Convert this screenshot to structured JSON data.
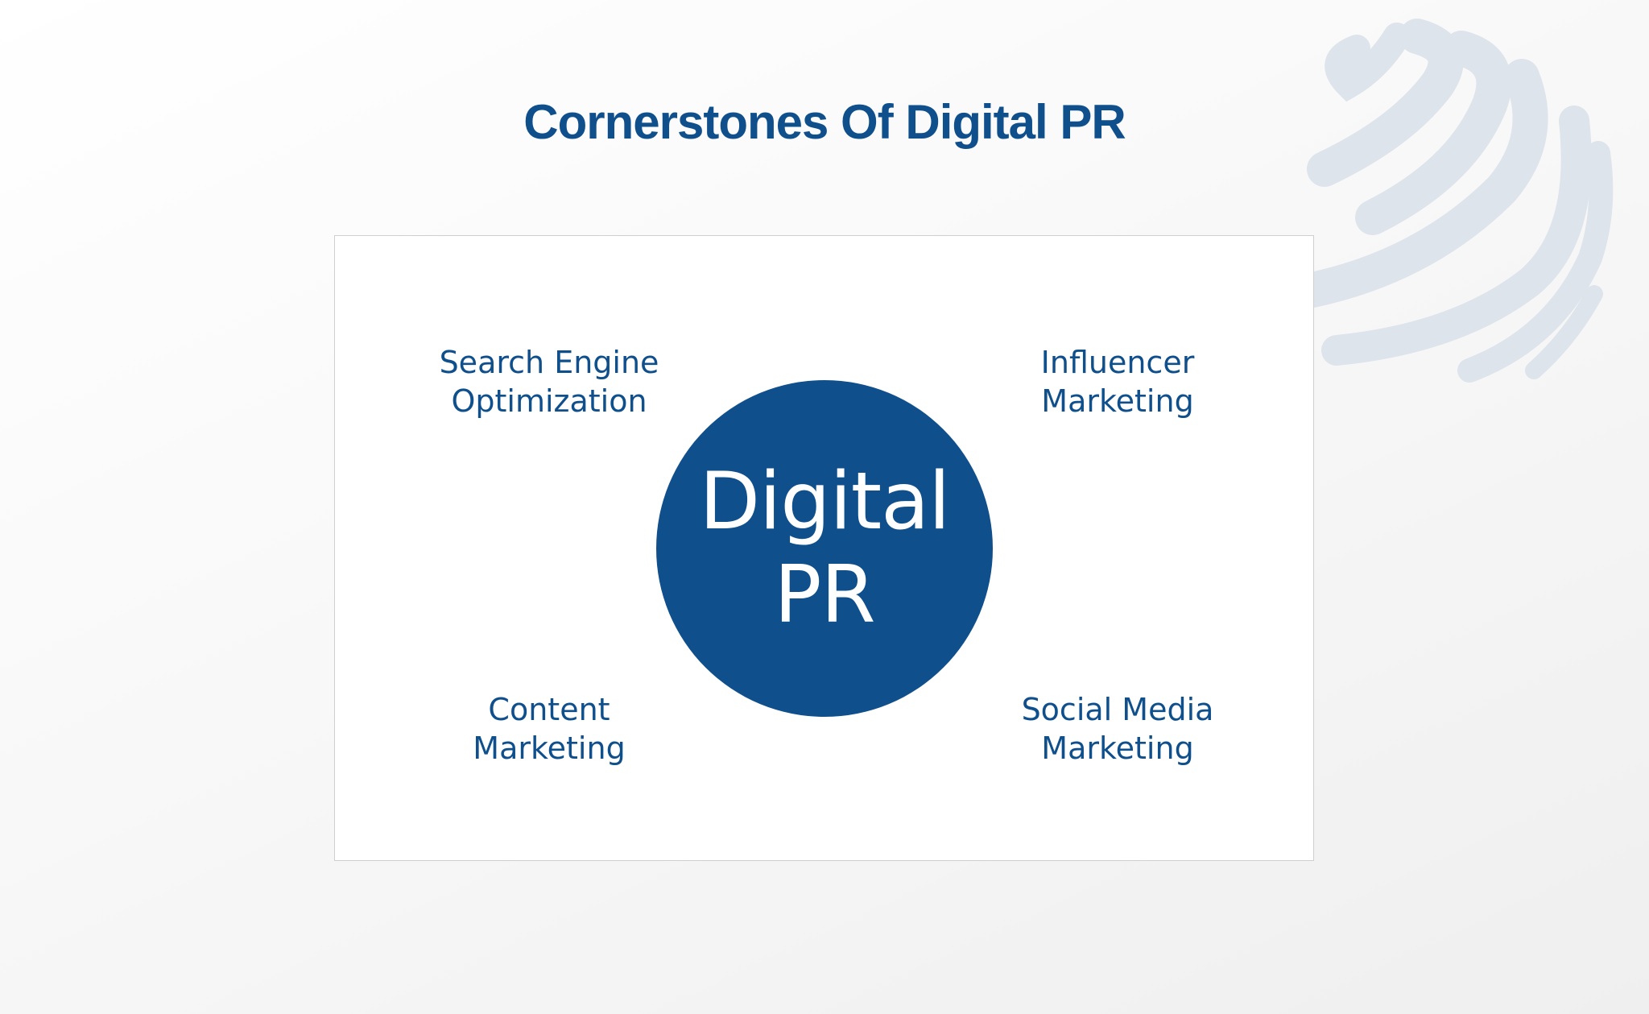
{
  "slide": {
    "title": "Cornerstones Of Digital PR"
  },
  "diagram": {
    "center": {
      "line1": "Digital",
      "line2": "PR"
    },
    "nodes": [
      {
        "id": "seo",
        "line1": "Search Engine",
        "line2": "Optimization"
      },
      {
        "id": "influencer",
        "line1": "Influencer",
        "line2": "Marketing"
      },
      {
        "id": "content",
        "line1": "Content",
        "line2": "Marketing"
      },
      {
        "id": "social",
        "line1": "Social Media",
        "line2": "Marketing"
      }
    ]
  },
  "decor": {
    "logo_icon": "globe-stripes-icon"
  },
  "colors": {
    "primary": "#0f4f8c",
    "logo": "#dee4eb",
    "panel_border": "#cfcfcf"
  }
}
